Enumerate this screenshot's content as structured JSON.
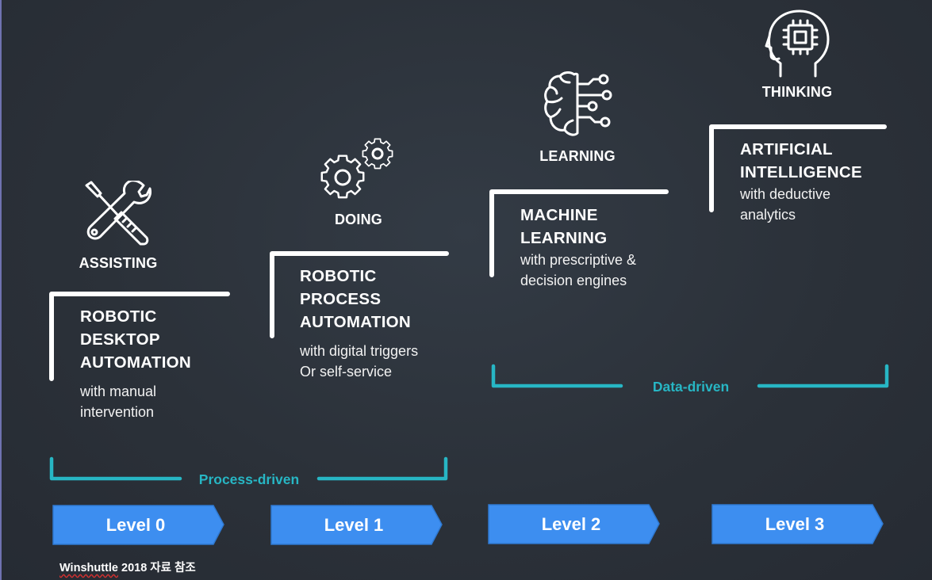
{
  "stages": [
    {
      "stage": "ASSISTING",
      "icon": "tools-icon",
      "title": [
        "ROBOTIC",
        "DESKTOP",
        "AUTOMATION"
      ],
      "description": [
        "with manual",
        "intervention"
      ],
      "level": "Level 0"
    },
    {
      "stage": "DOING",
      "icon": "gears-icon",
      "title": [
        "ROBOTIC",
        "PROCESS",
        "AUTOMATION"
      ],
      "description": [
        "with digital triggers",
        "Or self-service"
      ],
      "level": "Level 1"
    },
    {
      "stage": "LEARNING",
      "icon": "brain-circuit-icon",
      "title": [
        "MACHINE",
        "LEARNING"
      ],
      "description": [
        "with prescriptive &",
        "decision engines"
      ],
      "level": "Level 2"
    },
    {
      "stage": "THINKING",
      "icon": "head-chip-icon",
      "title": [
        "ARTIFICIAL",
        "INTELLIGENCE"
      ],
      "description": [
        "with deductive",
        "analytics"
      ],
      "level": "Level 3"
    }
  ],
  "groups": {
    "process": "Process-driven",
    "data": "Data-driven"
  },
  "footer": {
    "brand": "Winshuttle",
    "rest": " 2018 자료 참조"
  },
  "colors": {
    "background": "#2b3139",
    "level_box": "#3d8ef0",
    "group_bracket": "#27b6c4",
    "text": "#ffffff"
  }
}
